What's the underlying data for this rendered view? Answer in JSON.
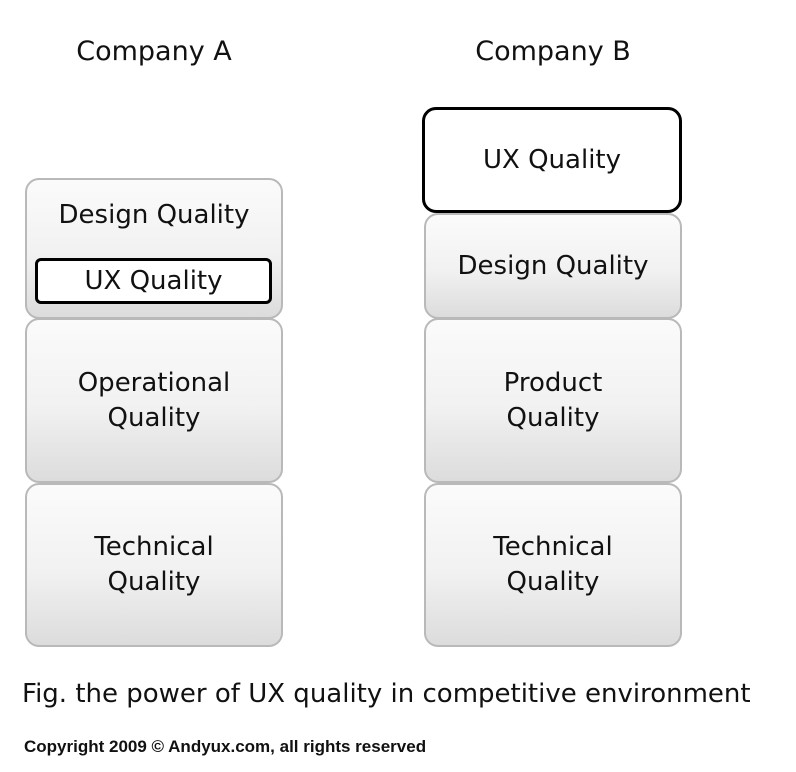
{
  "company_a": {
    "title": "Company A",
    "design_quality": "Design Quality",
    "ux_quality": "UX Quality",
    "operational_quality": "Operational\nQuality",
    "technical_quality": "Technical\nQuality"
  },
  "company_b": {
    "title": "Company B",
    "ux_quality": "UX Quality",
    "design_quality": "Design Quality",
    "product_quality": "Product\nQuality",
    "technical_quality": "Technical\nQuality"
  },
  "caption": "Fig. the power of UX quality in competitive environment",
  "copyright": "Copyright 2009 © Andyux.com, all rights reserved",
  "colors": {
    "block_border": "#b9b9b9",
    "block_fill_top": "#fbfbfb",
    "block_fill_bottom": "#dcdcdc",
    "ux_border": "#000000"
  }
}
